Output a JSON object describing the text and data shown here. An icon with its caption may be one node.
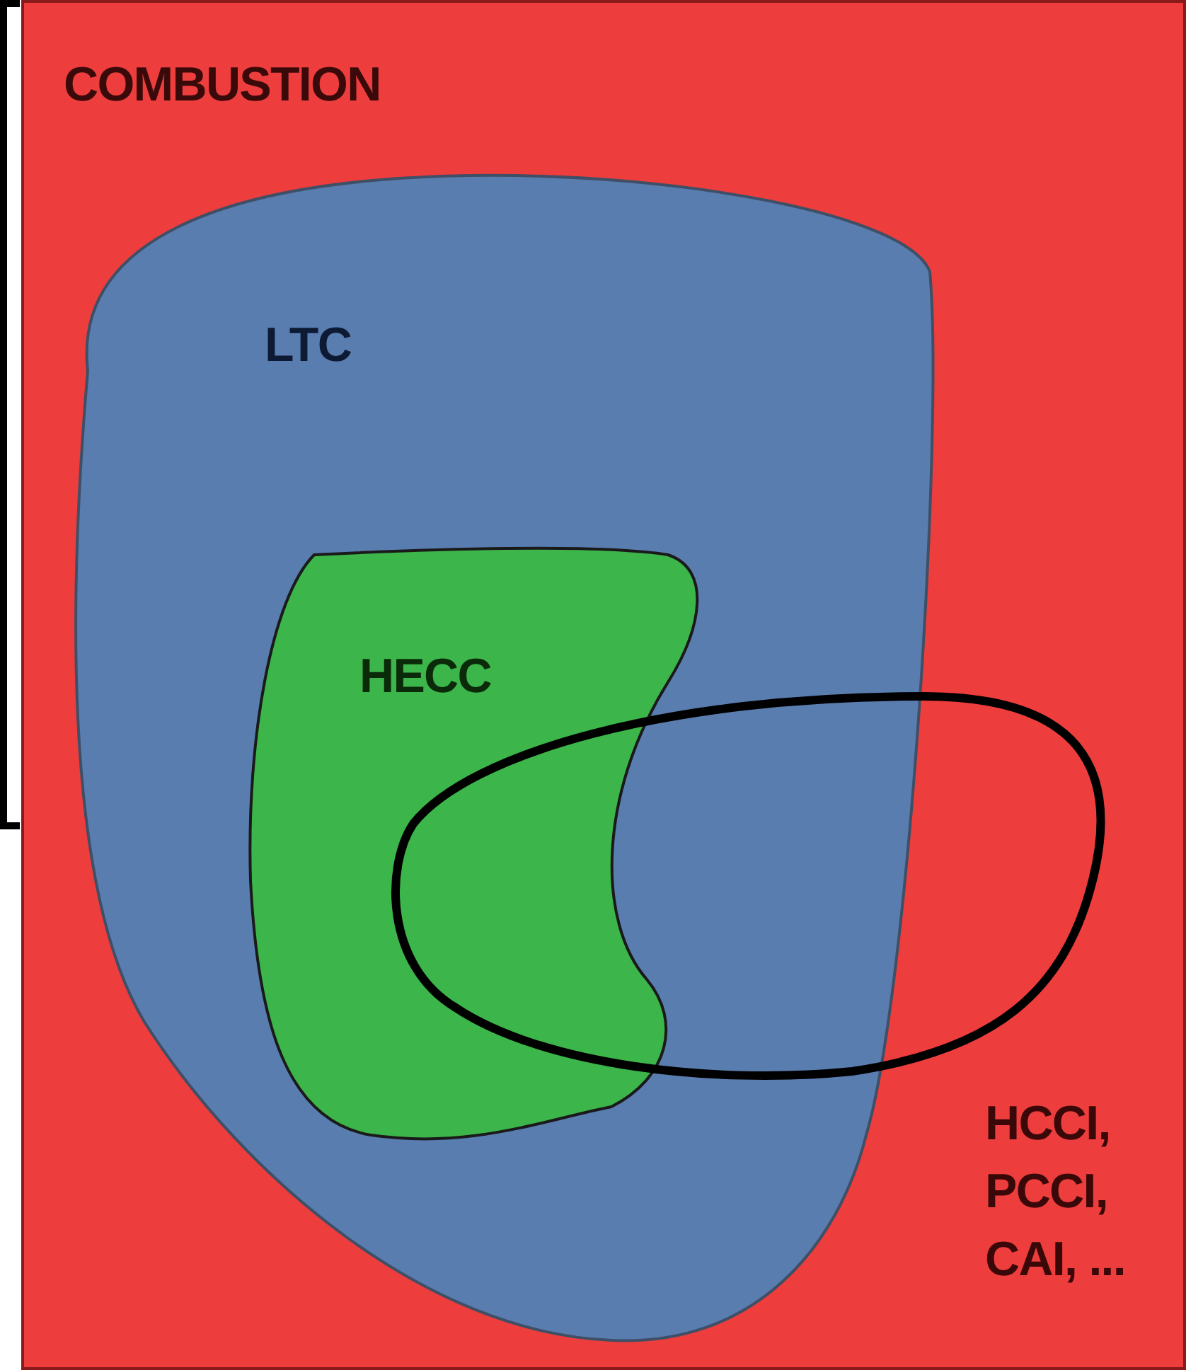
{
  "diagram": {
    "nodes": [
      {
        "text": [
          "COMBUSTION"
        ]
      },
      {
        "text": [
          "LTC"
        ],
        "in": 0
      },
      {
        "text": [
          "HECC"
        ],
        "in": 1
      },
      {
        "text": [
          "HCCI, PCCI, CAI, ..."
        ],
        "in": 0
      }
    ]
  }
}
